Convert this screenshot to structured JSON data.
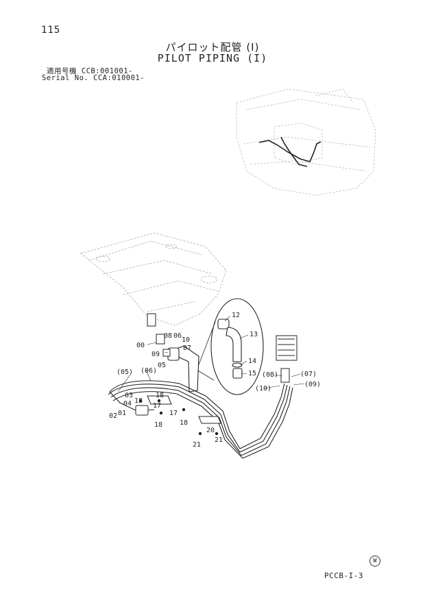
{
  "header": {
    "page_number": "115",
    "title_jp": "パイロット配管 (I)",
    "title_en": "PILOT PIPING (I)",
    "serial_jp": "適用号機  CCB:001001-",
    "serial_en": "Serial No. CCA:010001-"
  },
  "footer": {
    "code": "PCCB-I-3",
    "mark": "W"
  },
  "callouts": {
    "c12": "12",
    "c13": "13",
    "c14": "14",
    "c15": "15",
    "c00": "00",
    "c08": "08",
    "c06": "06",
    "c10": "10",
    "c09": "09",
    "c07": "07",
    "c05": "05",
    "p05": "(05)",
    "p06": "(06)",
    "c03": "03",
    "c04": "04",
    "c01": "01",
    "c02": "02",
    "c18a": "18",
    "c18b": "18",
    "c18c": "18",
    "c18d": "18",
    "c17a": "17",
    "c17b": "17",
    "c20": "20",
    "c21a": "21",
    "c21b": "21",
    "p08": "(08)",
    "p07": "(07)",
    "p10": "(10)",
    "p09": "(09)"
  }
}
